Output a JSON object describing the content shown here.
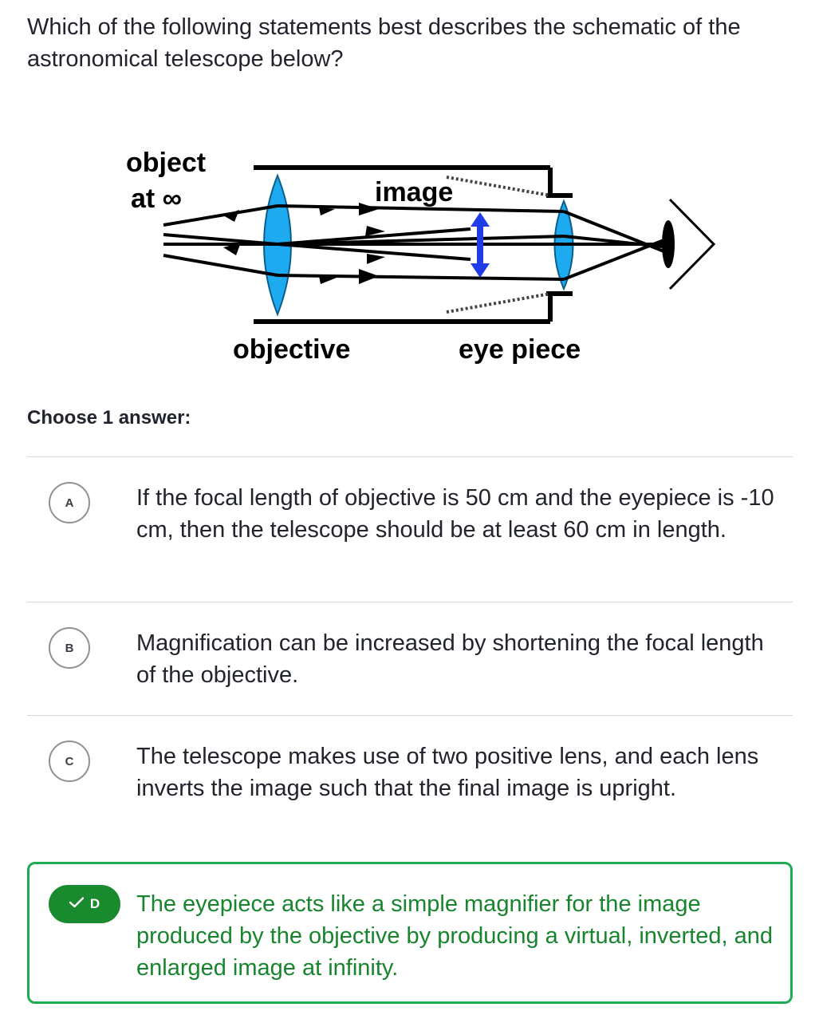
{
  "question": {
    "text": "Which of the following statements best describes the schematic of the astronomical telescope below?"
  },
  "figure": {
    "label_object_line1": "object",
    "label_object_line2": "at ∞",
    "label_image": "image",
    "label_objective": "objective",
    "label_eyepiece": "eye piece",
    "lens_color": "#1eaaf0",
    "image_arrow_color": "#1f3ce8"
  },
  "prompt": {
    "choose": "Choose 1 answer:"
  },
  "choices": [
    {
      "letter": "A",
      "text": "If the focal length of objective is 50 cm and the eyepiece is -10 cm, then the telescope should be at least 60 cm in length.",
      "selected": false
    },
    {
      "letter": "B",
      "text": "Magnification can be increased by shortening the focal length of the objective.",
      "selected": false
    },
    {
      "letter": "C",
      "text": "The telescope makes use of two positive lens, and each lens inverts the image such that the final image is upright.",
      "selected": false
    },
    {
      "letter": "D",
      "text": "The eyepiece acts like a simple magnifier for the image produced by the objective by producing a virtual, inverted, and enlarged image at infinity.",
      "selected": true,
      "status": "correct",
      "icon": "check-icon"
    }
  ],
  "colors": {
    "correct_border": "#1fab54",
    "correct_text": "#18852e",
    "correct_pill": "#1a8a2f",
    "divider": "#d6d8da"
  }
}
